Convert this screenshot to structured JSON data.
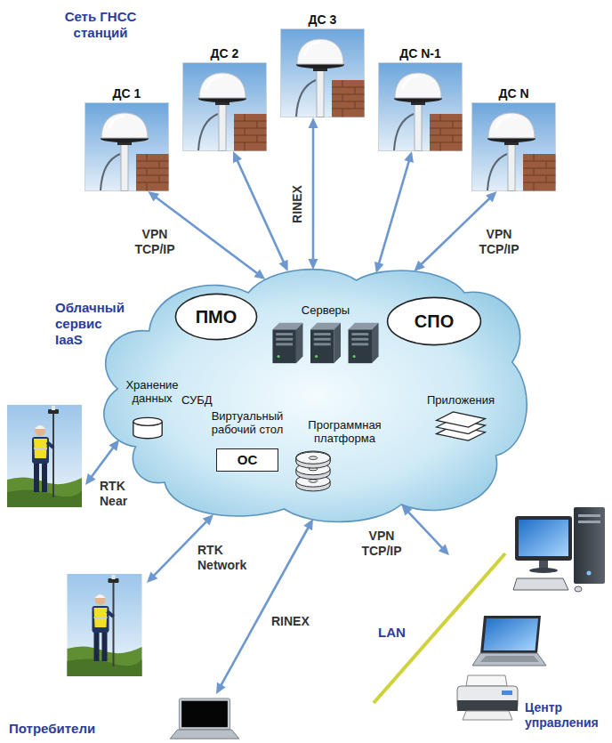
{
  "diagram": {
    "nodes": [
      {
        "text": [
          "ДС 1"
        ]
      },
      {
        "text": [
          "ДС 2"
        ]
      },
      {
        "text": [
          "ДС 3"
        ]
      },
      {
        "text": [
          "ДС N-1"
        ]
      },
      {
        "text": [
          "ДС N"
        ]
      },
      {
        "text": [
          "Облачный сервис IaaS"
        ]
      },
      {
        "text": [
          "ПМО"
        ],
        "in": 5
      },
      {
        "text": [
          "Серверы"
        ],
        "in": 5
      },
      {
        "text": [
          "СПО"
        ],
        "in": 5
      },
      {
        "text": [
          "Хранение данных",
          "СУБД"
        ],
        "in": 5
      },
      {
        "text": [
          "Виртуальный рабочий стол",
          "ОС"
        ],
        "in": 5
      },
      {
        "text": [
          "Программная платформа"
        ],
        "in": 5
      },
      {
        "text": [
          "Приложения"
        ],
        "in": 5
      },
      {
        "text": [
          "Центр управления"
        ]
      }
    ],
    "edges": [
      {
        "from": 0,
        "to": 5,
        "arrow": "both",
        "label": "VPN TCP/IP"
      },
      {
        "from": 1,
        "to": 5,
        "arrow": "both"
      },
      {
        "from": 2,
        "to": 5,
        "arrow": "both",
        "label": "RINEX"
      },
      {
        "from": 3,
        "to": 5,
        "arrow": "both"
      },
      {
        "from": 4,
        "to": 5,
        "arrow": "both",
        "label": "VPN TCP/IP"
      },
      {
        "from": 5,
        "to": 13,
        "arrow": "both",
        "label": "VPN TCP/IP"
      }
    ],
    "labels": [
      "Сеть ГНСС станций",
      "RTK Near",
      "RTK Network",
      "RINEX",
      "LAN",
      "Потребители"
    ]
  }
}
